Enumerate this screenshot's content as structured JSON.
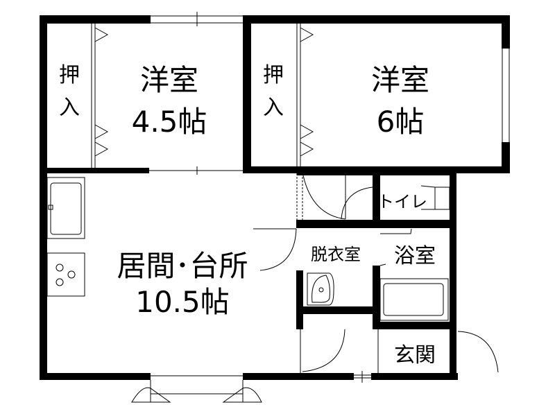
{
  "rooms": {
    "western_left": {
      "name": "洋室",
      "size": "4.5帖"
    },
    "western_right": {
      "name": "洋室",
      "size": "6帖"
    },
    "closet_left": {
      "char1": "押",
      "char2": "入"
    },
    "closet_right": {
      "char1": "押",
      "char2": "入"
    },
    "living": {
      "name": "居間･台所",
      "size": "10.5帖"
    },
    "toilet": {
      "name": "トイレ"
    },
    "dressing": {
      "name": "脱衣室"
    },
    "bath": {
      "name": "浴室"
    },
    "entrance": {
      "name": "玄関"
    }
  },
  "colors": {
    "wall": "#000000",
    "background": "#ffffff"
  }
}
